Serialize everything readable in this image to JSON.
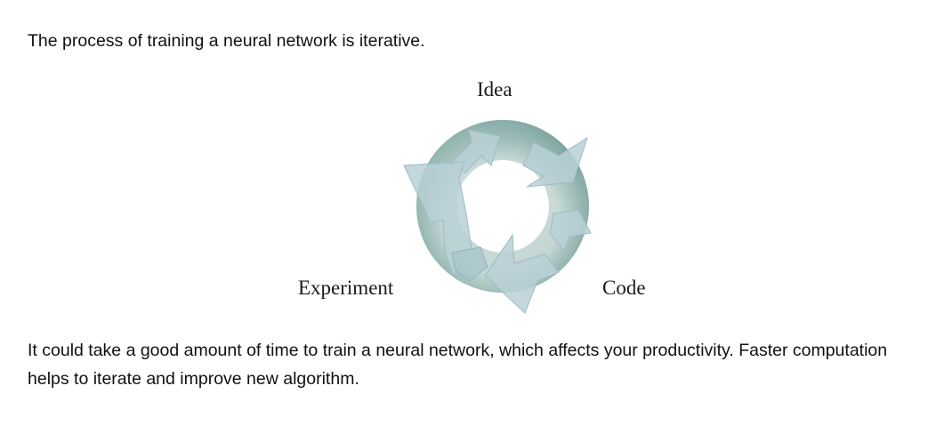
{
  "intro_text": "The process of training a neural network is iterative.",
  "diagram": {
    "labels": {
      "top": "Idea",
      "bottom_left": "Experiment",
      "bottom_right": "Code"
    },
    "colors": {
      "ring_dark": "#6f9a95",
      "ring_light": "#c7d9d6",
      "arrow": "#b8d0d6"
    }
  },
  "outro_text": "It could take a good amount of time to train a neural network, which affects your productivity. Faster computation helps to iterate and improve new algorithm."
}
